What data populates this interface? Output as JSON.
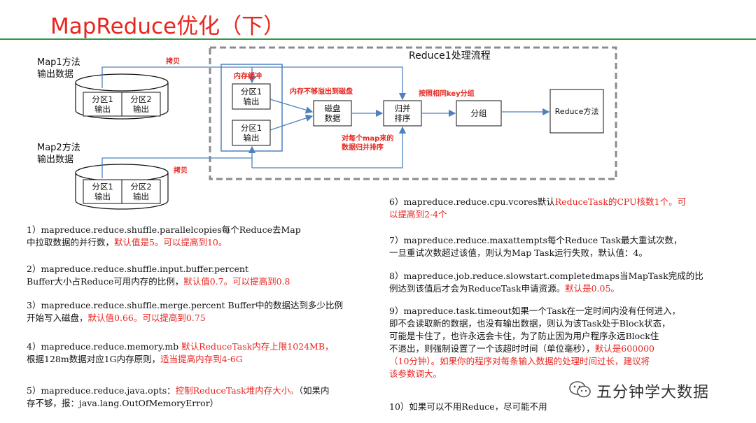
{
  "title": "MapReduce优化（下）",
  "diagram": {
    "frame_title": "Reduce1处理流程",
    "map1_label": [
      "Map1方法",
      "输出数据"
    ],
    "map2_label": [
      "Map2方法",
      "输出数据"
    ],
    "partitions": {
      "p1": [
        "分区1",
        "输出"
      ],
      "p2": [
        "分区2",
        "输出"
      ]
    },
    "copy1": "拷贝",
    "copy2": "拷贝",
    "mem_buffer": "内存缓冲",
    "buf_p1a": [
      "分区1",
      "输出"
    ],
    "buf_p1b": [
      "分区1",
      "输出"
    ],
    "spill": "内存不够溢出到磁盘",
    "disk": [
      "磁盘",
      "数据"
    ],
    "merge_sort": [
      "归并",
      "排序"
    ],
    "merge_note": [
      "对每个map来的",
      "数据归并排序"
    ],
    "group_note": "按照相同key分组",
    "group": "分组",
    "reduce_method": "Reduce方法"
  },
  "params": {
    "p1": {
      "a": "1）mapreduce.reduce.shuffle.parallelcopies每个Reduce去Map",
      "b": "中拉取数据的并行数，",
      "c": "默认值是5。可以提高到10。"
    },
    "p2": {
      "a": "2）mapreduce.reduce.shuffle.input.buffer.percent",
      "b": "Buffer大小占Reduce可用内存的比例，",
      "c": "默认值0.7。可以提高到0.8"
    },
    "p3": {
      "a": "3）mapreduce.reduce.shuffle.merge.percent Buffer中的数据达到多少比例",
      "b": "开始写入磁盘，",
      "c": "默认值0.66。可以提高到0.75"
    },
    "p4": {
      "a": "4）mapreduce.reduce.memory.mb ",
      "a_red": "默认ReduceTask内存上限1024MB，",
      "b": "根据128m数据对应1G内存原则，",
      "c": "适当提高内存到4-6G"
    },
    "p5": {
      "a": "5）mapreduce.reduce.java.opts：",
      "a_red": "控制ReduceTask堆内存大小。",
      "a2": "（如果内",
      "b": "存不够，报：java.lang.OutOfMemoryError）"
    },
    "p6": {
      "a": "6）mapreduce.reduce.cpu.vcores默认",
      "a_red": "ReduceTask的CPU核数1个。可",
      "b_red": "以提高到2-4个"
    },
    "p7": {
      "a": "7）mapreduce.reduce.maxattempts每个Reduce Task最大重试次数，",
      "b": "一旦重试次数超过该值，则认为Map Task运行失败，默认值：4。"
    },
    "p8": {
      "a": "8）mapreduce.job.reduce.slowstart.completedmaps当MapTask完成的比",
      "b": "例达到该值后才会为ReduceTask申请资源。",
      "c": "默认是0.05。"
    },
    "p9": {
      "a": "9）mapreduce.task.timeout如果一个Task在一定时间内没有任何进入，",
      "b": "即不会读取新的数据，也没有输出数据，则认为该Task处于Block状态，",
      "c": "可能是卡住了，也许永远会卡住，为了防止因为用户程序永远Block住",
      "d": "不退出，则强制设置了一个该超时时间（单位毫秒），",
      "d_red": "默认是600000",
      "e_red": "（10分钟）。如果你的程序对每条输入数据的处理时间过长，建议将",
      "f_red": "该参数调大。"
    },
    "p10": "10）如果可以不用Reduce，尽可能不用"
  },
  "watermark": "五分钟学大数据",
  "colors": {
    "title_red": "#e8251f",
    "rule_green": "#2e9a44",
    "arrow_blue": "#4f81bd",
    "frame_gray": "#8c8c8c"
  }
}
